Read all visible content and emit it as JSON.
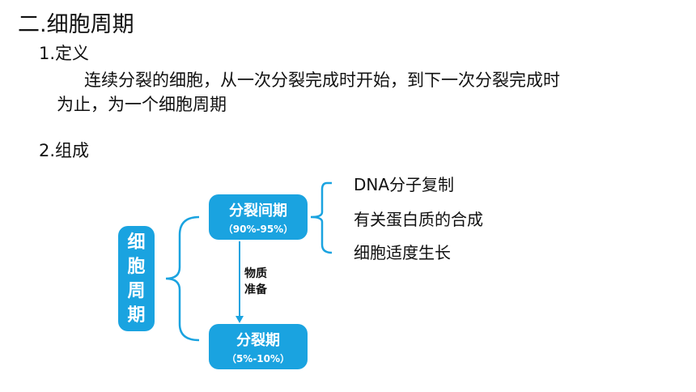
{
  "section_title": "二.细胞周期",
  "definition": {
    "heading": "1.定义",
    "text_line1": "连续分裂的细胞，从一次分裂完成时开始，到下一次分裂完成时",
    "text_line2": "为止，为一个细胞周期"
  },
  "composition": {
    "heading": "2.组成"
  },
  "diagram": {
    "root_chars": [
      "细",
      "胞",
      "周",
      "期"
    ],
    "interphase": {
      "label": "分裂间期",
      "percent": "（90%-95%）"
    },
    "mitosis": {
      "label": "分裂期",
      "percent": "（5%-10%）"
    },
    "arrow_note_line1": "物质",
    "arrow_note_line2": "准备",
    "interphase_items": [
      "DNA分子复制",
      "有关蛋白质的合成",
      "细胞适度生长"
    ],
    "colors": {
      "box_fill": "#1aa3e0",
      "line": "#1aa3e0",
      "box_text": "#ffffff"
    }
  }
}
